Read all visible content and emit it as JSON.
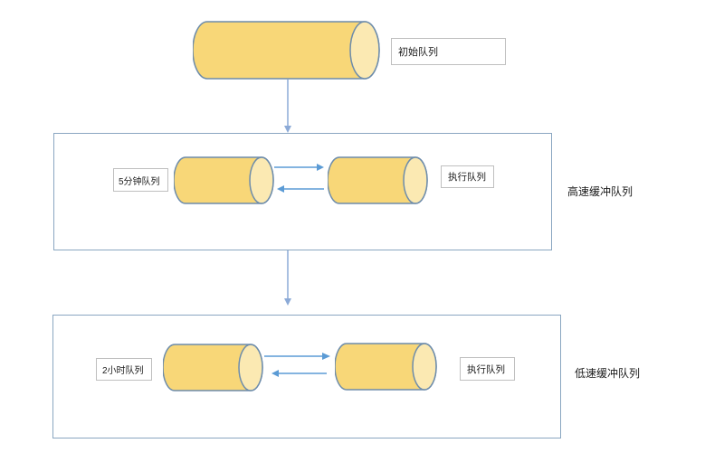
{
  "background": "#FFFFFF",
  "colors": {
    "cylinder_fill": "#F8D778",
    "cylinder_face": "#FBE9B2",
    "cylinder_stroke": "#6D8CAB",
    "box_border": "#8AA6C1",
    "label_border": "#BFBFBF",
    "arrow": "#5B9BD5",
    "arrow_vertical": "#8CAAD7"
  },
  "initial_queue": {
    "label": "初始队列"
  },
  "high_speed_group": {
    "group_label": "高速缓冲队列",
    "queue_label": "5分钟队列",
    "exec_label": "执行队列"
  },
  "low_speed_group": {
    "group_label": "低速缓冲队列",
    "queue_label": "2小时队列",
    "exec_label": "执行队列"
  }
}
